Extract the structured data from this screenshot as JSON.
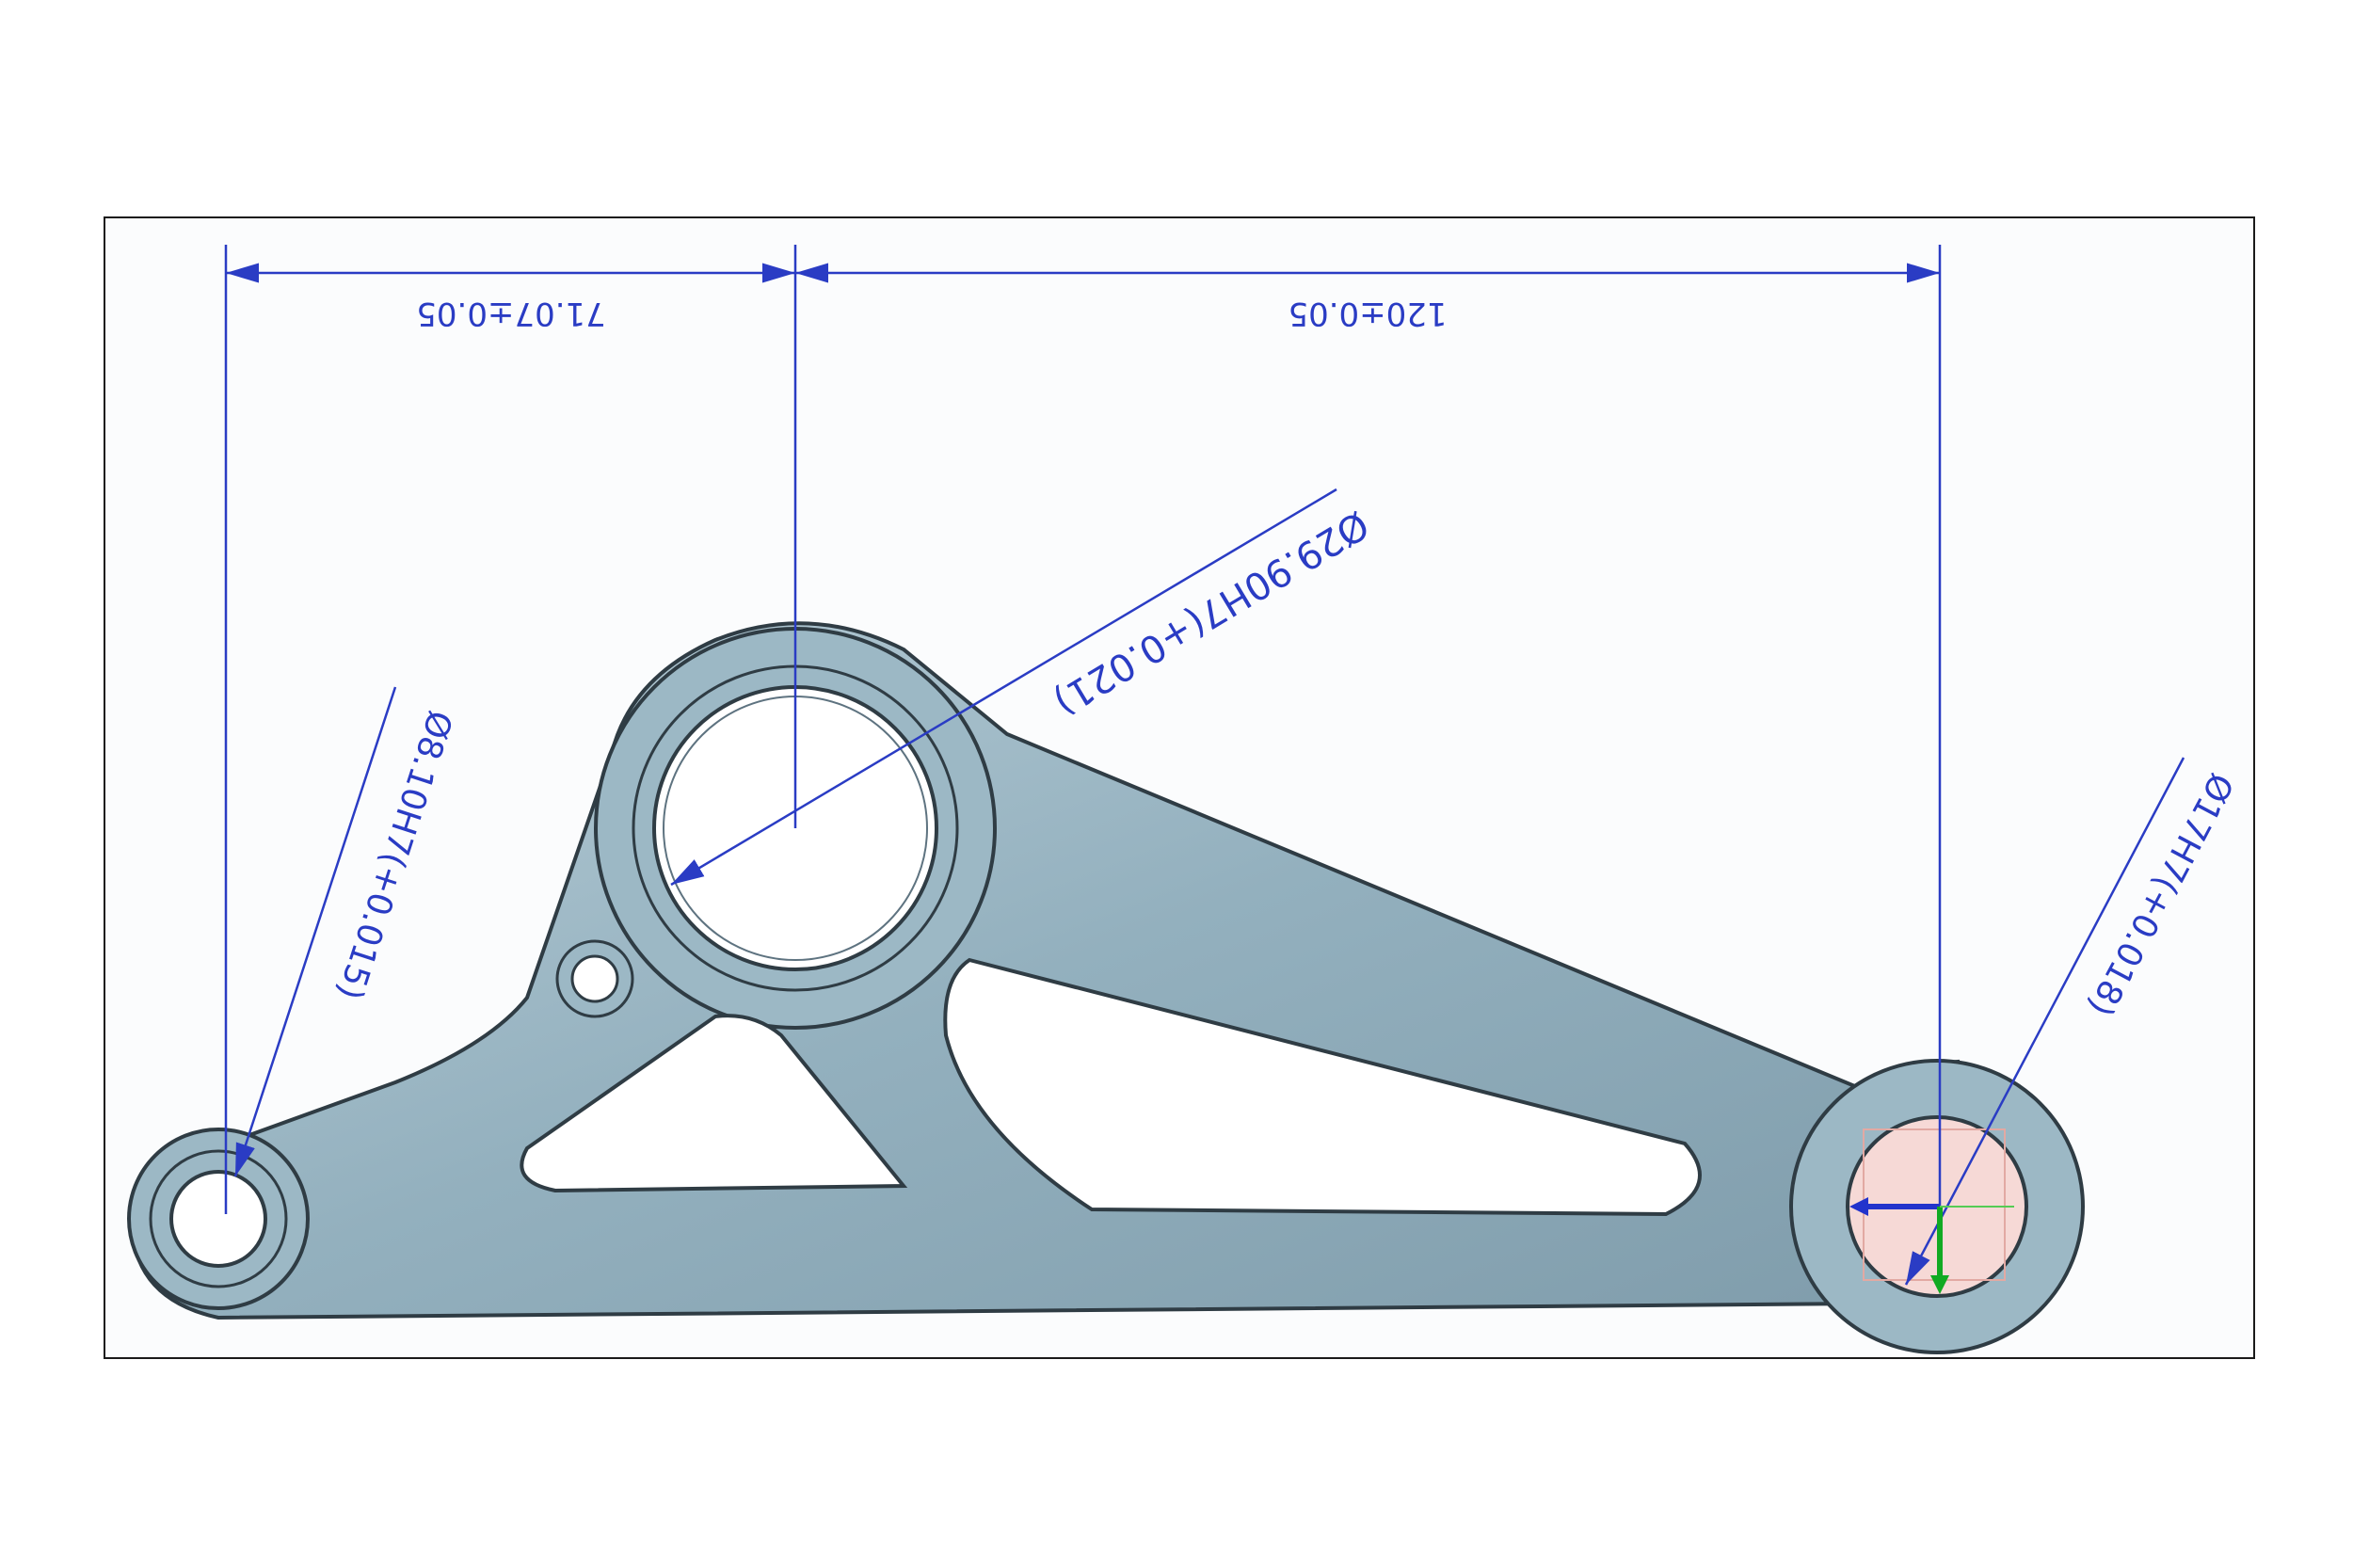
{
  "part": {
    "body_color": "#93b0be",
    "edge_color": "#2f3c44",
    "hole_color": "#ffffff",
    "selected_face_color": "#f6d9d6"
  },
  "dimensions": {
    "color": "#2a3cc4",
    "linear_left": "71.07±0.05",
    "linear_right": "120±0.05",
    "dia_center": "Ø29.90H7(+0.021)",
    "dia_left": "Ø8.10H7(+0.015)",
    "dia_right": "Ø17H7(+0.018)"
  },
  "triad": {
    "x_color": "#2233cc",
    "y_color": "#11aa22"
  }
}
